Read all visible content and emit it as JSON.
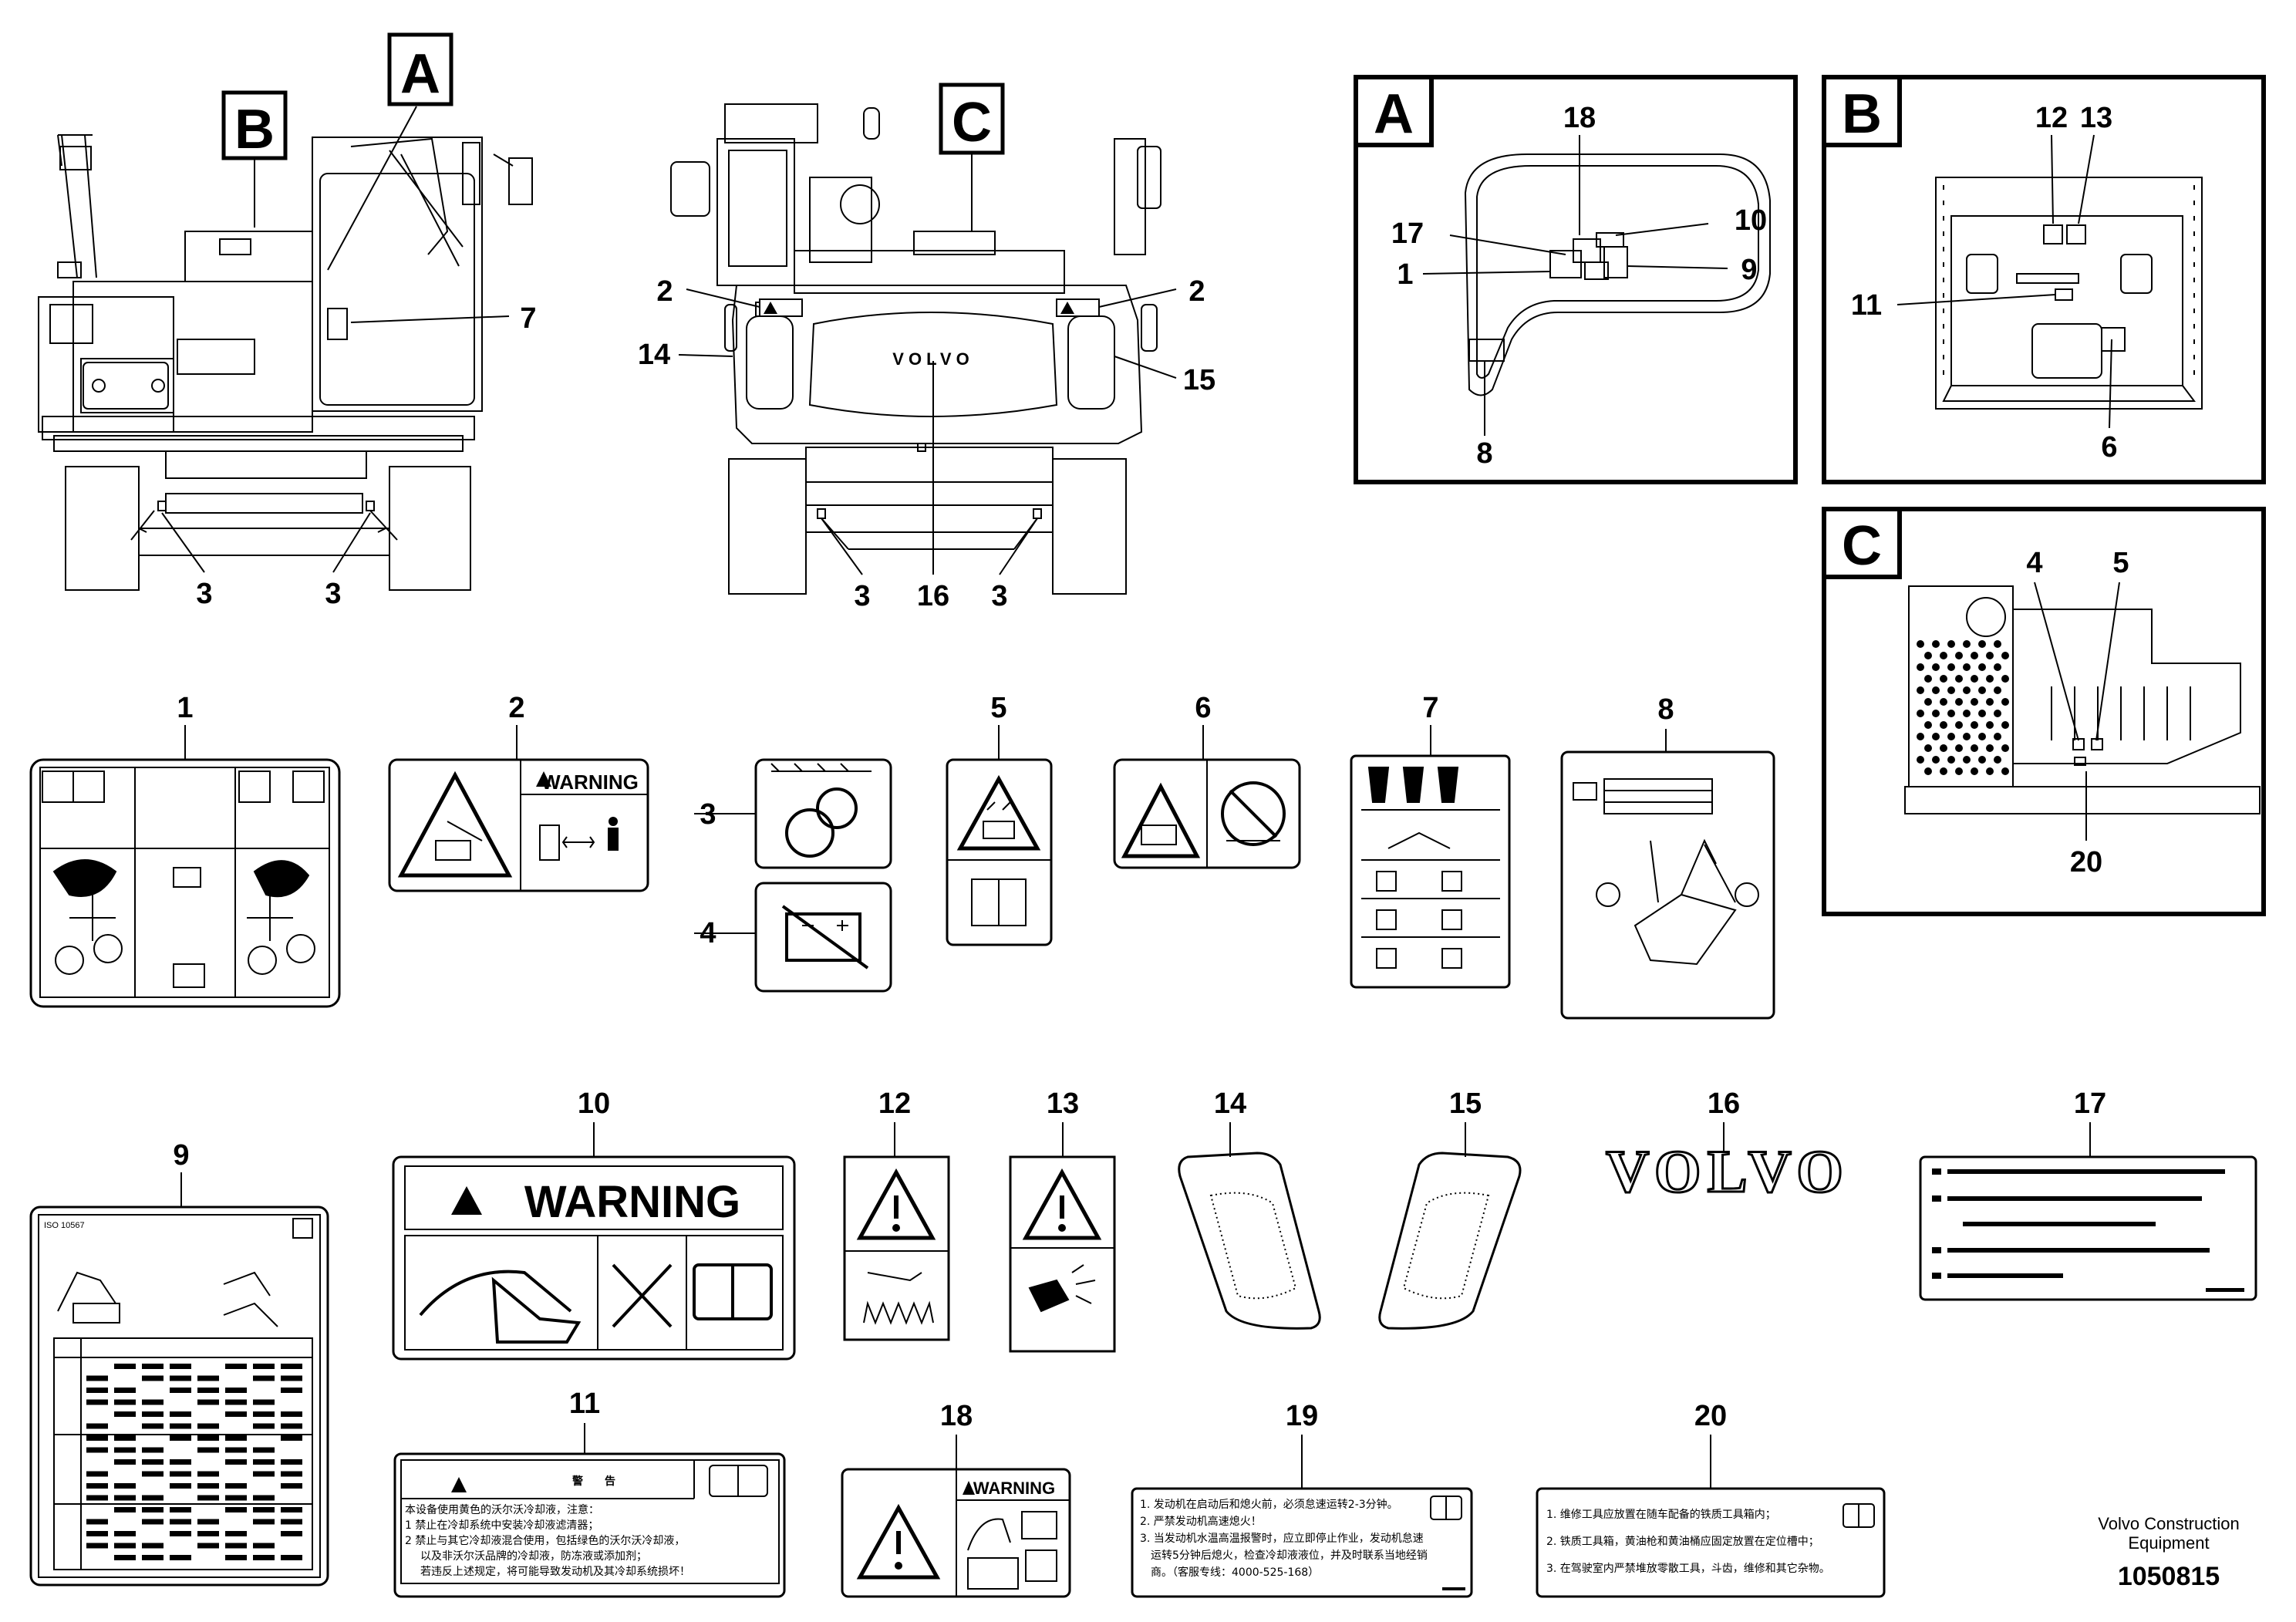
{
  "detail_letters": {
    "a": "A",
    "b": "B",
    "c": "C"
  },
  "callouts": {
    "rear_left": {
      "seven": "7",
      "three_a": "3",
      "three_b": "3"
    },
    "rear_center": {
      "two_left": "2",
      "two_right": "2",
      "fourteen": "14",
      "fifteen": "15",
      "sixteen": "16",
      "three_a": "3",
      "three_b": "3"
    },
    "detail_a": {
      "n18": "18",
      "n17": "17",
      "n10": "10",
      "n1": "1",
      "n9": "9",
      "n8": "8"
    },
    "detail_b": {
      "n12": "12",
      "n13": "13",
      "n11": "11",
      "n6": "6"
    },
    "detail_c": {
      "n4": "4",
      "n5": "5",
      "n20": "20"
    }
  },
  "decal_labels": {
    "d1": "1",
    "d2": "2",
    "d3": "3",
    "d4": "4",
    "d5": "5",
    "d6": "6",
    "d7": "7",
    "d8": "8",
    "d9": "9",
    "d10": "10",
    "d11": "11",
    "d12": "12",
    "d13": "13",
    "d14": "14",
    "d15": "15",
    "d16": "16",
    "d17": "17",
    "d18": "18",
    "d19": "19",
    "d20": "20"
  },
  "decal_text": {
    "warning_small": "WARNING",
    "warning_big": "WARNING",
    "volvo_logo": "VOLVO",
    "machine_logo": "VOLVO",
    "d9_title": "ISO 10567",
    "d11_title": "警　　告",
    "d11_lines": [
      "本设备使用黄色的沃尔沃冷却液，注意：",
      "1 禁止在冷却系统中安装冷却液滤清器；",
      "2 禁止与其它冷却液混合使用，包括绿色的沃尔沃冷却液，",
      "以及非沃尔沃品牌的冷却液，防冻液或添加剂；",
      "若违反上述规定，将可能导致发动机及其冷却系统损坏！"
    ],
    "d19_lines": [
      "1. 发动机在启动后和熄火前，必须怠速运转2-3分钟。",
      "2. 严禁发动机高速熄火！",
      "3. 当发动机水温高温报警时，应立即停止作业，发动机怠速",
      "运转5分钟后熄火，检查冷却液液位，并及时联系当地经销",
      "商。（客服专线：4000-525-168）"
    ],
    "d20_lines": [
      "1. 维修工具应放置在随车配备的铁质工具箱内；",
      "2. 铁质工具箱，黄油枪和黄油桶应固定放置在定位槽中；",
      "3. 在驾驶室内严禁堆放零散工具，斗齿，维修和其它杂物。"
    ]
  },
  "footer": {
    "brand_line1": "Volvo Construction",
    "brand_line2": "Equipment",
    "doc_number": "1050815"
  }
}
